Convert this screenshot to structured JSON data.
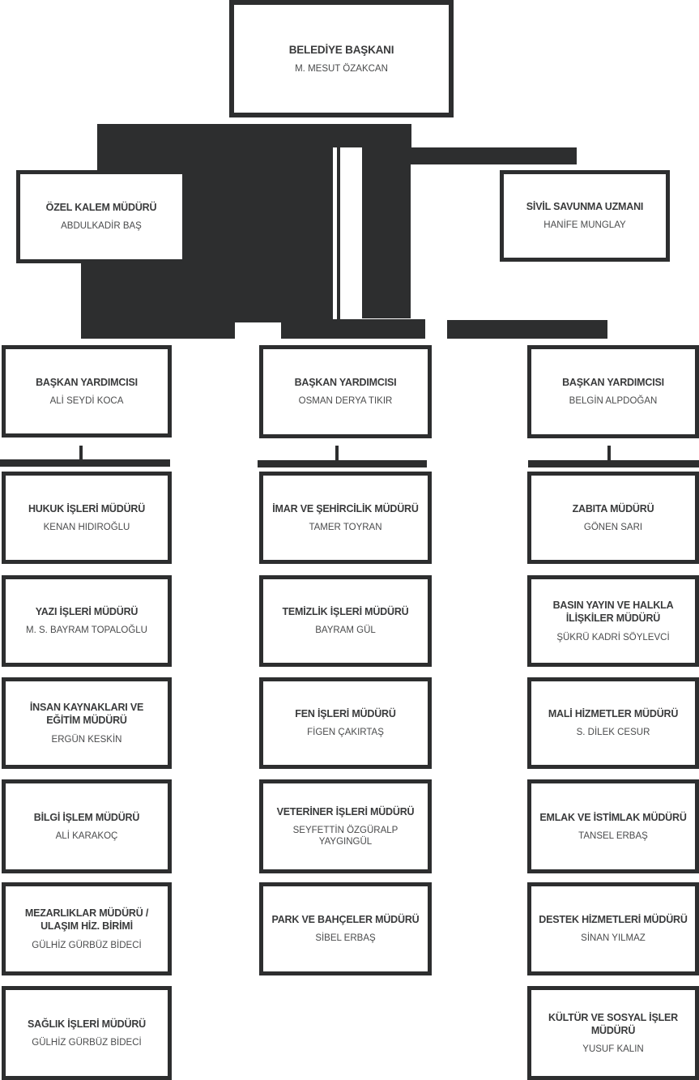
{
  "org": {
    "mayor": {
      "title": "BELEDİYE BAŞKANI",
      "name": "M. MESUT ÖZAKCAN"
    },
    "staff": {
      "ozel_kalem": {
        "title": "ÖZEL KALEM MÜDÜRÜ",
        "name": "ABDULKADİR BAŞ"
      },
      "sivil_savunma": {
        "title": "SİVİL SAVUNMA UZMANI",
        "name": "HANİFE MUNGLAY"
      }
    },
    "deputies": [
      {
        "title": "BAŞKAN YARDIMCISI",
        "name": "ALİ SEYDİ KOCA"
      },
      {
        "title": "BAŞKAN YARDIMCISI",
        "name": "OSMAN DERYA TIKIR"
      },
      {
        "title": "BAŞKAN YARDIMCISI",
        "name": "BELGİN ALPDOĞAN"
      }
    ],
    "columns": [
      {
        "items": [
          {
            "title": "HUKUK İŞLERİ MÜDÜRÜ",
            "name": "KENAN HIDIROĞLU"
          },
          {
            "title": "YAZI İŞLERİ MÜDÜRÜ",
            "name": "M. S. BAYRAM TOPALOĞLU"
          },
          {
            "title": "İNSAN  KAYNAKLARI VE EĞİTİM MÜDÜRÜ",
            "name": "ERGÜN KESKİN"
          },
          {
            "title": "BİLGİ İŞLEM MÜDÜRÜ",
            "name": "ALİ KARAKOÇ"
          },
          {
            "title": "MEZARLIKLAR MÜDÜRÜ / ULAŞIM HİZ. BİRİMİ",
            "name": "GÜLHİZ GÜRBÜZ BİDECİ"
          },
          {
            "title": "SAĞLIK İŞLERİ MÜDÜRÜ",
            "name": "GÜLHİZ GÜRBÜZ BİDECİ"
          }
        ]
      },
      {
        "items": [
          {
            "title": "İMAR VE ŞEHİRCİLİK MÜDÜRÜ",
            "name": "TAMER TOYRAN"
          },
          {
            "title": "TEMİZLİK İŞLERİ MÜDÜRÜ",
            "name": "BAYRAM GÜL"
          },
          {
            "title": "FEN İŞLERİ MÜDÜRÜ",
            "name": "FİGEN ÇAKIRTAŞ"
          },
          {
            "title": "VETERİNER İŞLERİ MÜDÜRÜ",
            "name": "SEYFETTİN ÖZGÜRALP YAYGINGÜL"
          },
          {
            "title": "PARK VE BAHÇELER MÜDÜRÜ",
            "name": "SİBEL ERBAŞ"
          }
        ]
      },
      {
        "items": [
          {
            "title": "ZABITA MÜDÜRÜ",
            "name": "GÖNEN SARI"
          },
          {
            "title": "BASIN YAYIN VE HALKLA İLİŞKİLER MÜDÜRÜ",
            "name": "ŞÜKRÜ KADRİ SÖYLEVCİ"
          },
          {
            "title": "MALİ HİZMETLER MÜDÜRÜ",
            "name": "S. DİLEK CESUR"
          },
          {
            "title": "EMLAK VE İSTİMLAK MÜDÜRÜ",
            "name": "TANSEL ERBAŞ"
          },
          {
            "title": "DESTEK HİZMETLERİ MÜDÜRÜ",
            "name": "SİNAN YILMAZ"
          },
          {
            "title": "KÜLTÜR VE SOSYAL İŞLER MÜDÜRÜ",
            "name": "YUSUF KALIN"
          }
        ]
      }
    ],
    "connector_color": "#2d2e2f"
  }
}
